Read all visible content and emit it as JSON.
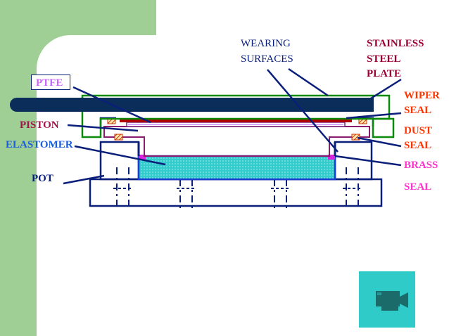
{
  "labels": {
    "wearing_line1": "WEARING",
    "wearing_line2": "SURFACES",
    "stainless_line1": "STAINLESS",
    "stainless_line2": "STEEL",
    "stainless_line3": "PLATE",
    "ptfe": "PTFE",
    "piston": "PISTON",
    "elastomer": "ELASTOMER",
    "pot": "POT",
    "wiper_line1": "WIPER",
    "wiper_line2": "SEAL",
    "dust_line1": "DUST",
    "dust_line2": "SEAL",
    "brass": "BRASS",
    "seal": "SEAL"
  },
  "colors": {
    "background": "#ffffff",
    "side_band": "#9fcf95",
    "stainless_plate": "#0a2d5a",
    "outline_blue": "#0a1f7a",
    "green_frame": "#0a8a0a",
    "ptfe_label": "#cc66ff",
    "piston_label": "#a0144a",
    "elastomer_label": "#1a5ce0",
    "pot_label": "#0a1f7a",
    "stainless_label": "#990033",
    "wiper_dust_label": "#ff3300",
    "brass_seal_label": "#ff33cc",
    "wearing_label": "#0a1f7a",
    "elastomer_fill": "#33cccc",
    "brass_fill": "#dd22dd",
    "seal_ring": "#cc3300",
    "nav_button": "#2ecbc9",
    "camera_icon": "#1b6b6b"
  },
  "nav": {
    "icon": "video-camera-icon"
  }
}
